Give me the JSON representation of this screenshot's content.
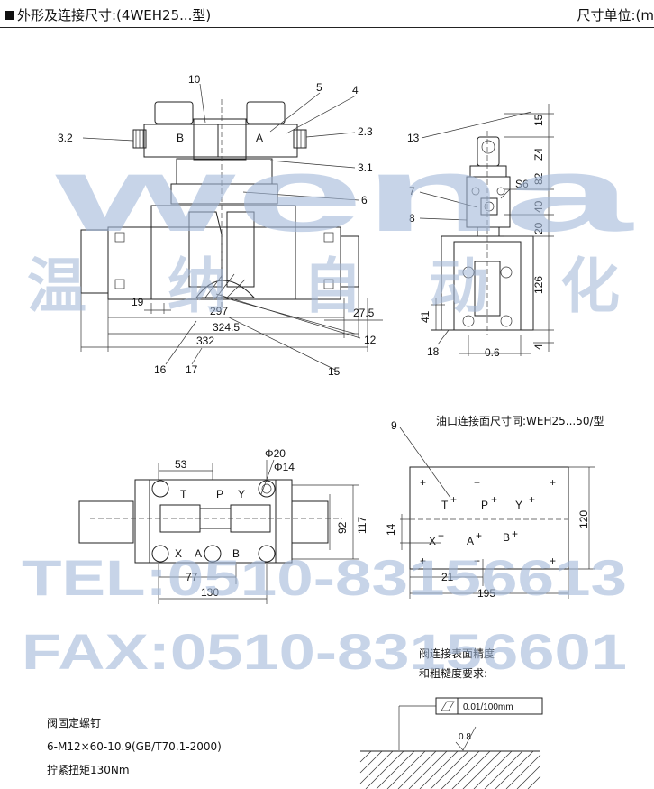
{
  "header": {
    "title": "外形及连接尺寸:(4WEH25...型)",
    "unit": "尺寸单位:(m"
  },
  "side_view": {
    "callouts": [
      "10",
      "5",
      "4",
      "3.2",
      "2.3",
      "3.1",
      "6",
      "12",
      "15",
      "16",
      "17"
    ],
    "ports": [
      "B",
      "A"
    ],
    "dims": [
      "19",
      "297",
      "27.5",
      "324.5",
      "332"
    ]
  },
  "end_view": {
    "callouts": [
      "13",
      "7",
      "8",
      "18"
    ],
    "labels": [
      "S6",
      "Z4"
    ],
    "dims": [
      "15",
      "82",
      "40",
      "20",
      "126",
      "41",
      "0.6",
      "4"
    ]
  },
  "top_view": {
    "callout": "9",
    "ports_top": [
      "T",
      "P",
      "Y"
    ],
    "ports_bottom": [
      "X",
      "A",
      "B"
    ],
    "dims": [
      "53",
      "Φ20",
      "Φ14",
      "92",
      "117",
      "77",
      "130"
    ]
  },
  "port_pattern": {
    "note": "油口连接面尺寸同:WEH25...50/型",
    "ports": [
      "T",
      "P",
      "Y",
      "X",
      "A",
      "B"
    ],
    "dims": [
      "14",
      "120",
      "21",
      "195"
    ]
  },
  "surface": {
    "heading1": "阀连接表面精度",
    "heading2": "和粗糙度要求:",
    "flatness": "0.01/100mm",
    "roughness": "0.8"
  },
  "screws": {
    "title": "阀固定螺钉",
    "spec": "6-M12×60-10.9(GB/T70.1-2000)",
    "torque": "拧紧扭矩130Nm"
  },
  "watermark": {
    "logo": "wena",
    "chinese": [
      "温",
      "纳",
      "自",
      "动",
      "化"
    ],
    "tel": "TEL:0510-83156613",
    "fax": "FAX:0510-83156601"
  }
}
